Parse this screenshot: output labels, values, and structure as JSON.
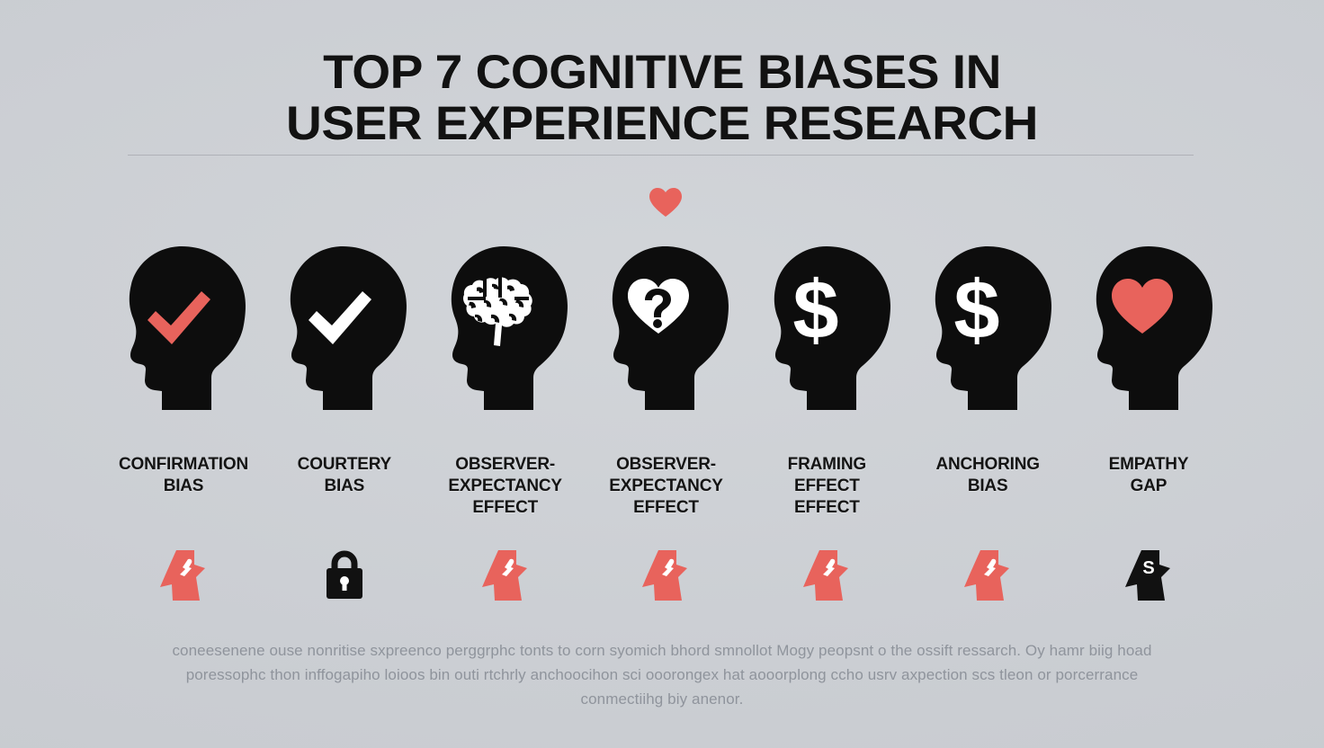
{
  "poster": {
    "title_line1": "TOP 7 COGNITIVE BIASES IN",
    "title_line2": "USER EXPERIENCE RESEARCH",
    "background_color": "#ced1d5",
    "accent_color": "#e8635c",
    "ink_color": "#0d0d0d",
    "divider_color": "#a9acb1",
    "footer_text_color": "#8f949c"
  },
  "items": [
    {
      "label": "CONFIRMATION\nBIAS",
      "head_icon": "check-icon",
      "head_icon_color": "#e8635c",
      "floating_icon": null,
      "small_icon": "arrow-down-accent-icon",
      "small_icon_color": "#e8635c"
    },
    {
      "label": "COURTERY\nBIAS",
      "head_icon": "check-icon",
      "head_icon_color": "#ffffff",
      "floating_icon": null,
      "small_icon": "padlock-icon",
      "small_icon_color": "#111111"
    },
    {
      "label": "OBSERVER-\nEXPECTANCY\nEFFECT",
      "head_icon": "brain-icon",
      "head_icon_color": "#ffffff",
      "floating_icon": null,
      "small_icon": "arrow-down-accent-icon",
      "small_icon_color": "#e8635c"
    },
    {
      "label": "OBSERVER-\nEXPECTANCY\nEFFECT",
      "head_icon": "heart-question-icon",
      "head_icon_color": "#ffffff",
      "floating_icon": "heart-icon",
      "floating_icon_color": "#e8635c",
      "small_icon": "arrow-down-accent-icon",
      "small_icon_color": "#e8635c"
    },
    {
      "label": "FRAMING\nEFFECT\nEFFECT",
      "head_icon": "dollar-sign-icon",
      "head_icon_color": "#ffffff",
      "floating_icon": null,
      "small_icon": "arrow-down-accent-icon",
      "small_icon_color": "#e8635c"
    },
    {
      "label": "ANCHORING\nBIAS",
      "head_icon": "dollar-sign-icon",
      "head_icon_color": "#ffffff",
      "floating_icon": null,
      "small_icon": "arrow-down-accent-icon",
      "small_icon_color": "#e8635c"
    },
    {
      "label": "EMPATHY\nGAP",
      "head_icon": "heart-icon",
      "head_icon_color": "#e8635c",
      "floating_icon": null,
      "small_icon": "arrow-down-dark-s-icon",
      "small_icon_color": "#111111"
    }
  ],
  "footer": {
    "line1": "coneesenene ouse  nonritise sxpreenco perggrphc tonts to corn syomich bhord smnollot Mogy peopsnt o the ossift ressarch. Oy hamr biig hoad",
    "line2": "poressophc thon inffogapiho loioos bin outi rtchrly anchoocihon sci ooorongex hat aooorplong ccho usrv axpection scs tleon or porcerrance",
    "line3": "conmectiihg biy anenor."
  }
}
